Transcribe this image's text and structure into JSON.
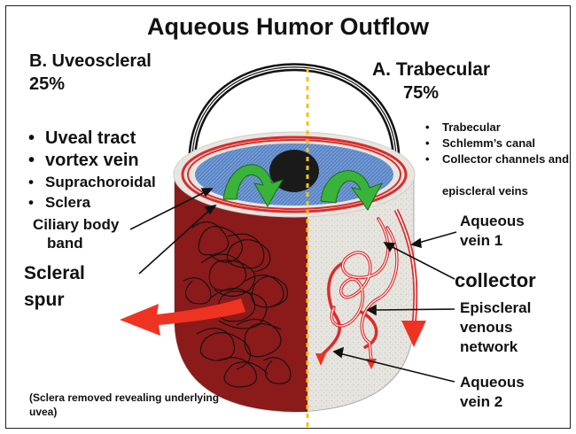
{
  "title": "Aqueous Humor Outflow",
  "uveoscleral": {
    "heading": "B. Uveoscleral",
    "percent": "25%",
    "items": [
      "Uveal tract",
      "vortex vein",
      "Suprachoroidal",
      "Sclera"
    ]
  },
  "trabecular": {
    "heading": "A.  Trabecular",
    "percent": "75%",
    "items": [
      "Trabecular",
      "Schlemm’s canal",
      "Collector channels and",
      "episcleral veins"
    ]
  },
  "labels": {
    "ciliary_body_band": [
      "Ciliary body",
      "band"
    ],
    "scleral_spur": [
      "Scleral",
      "spur"
    ],
    "aqueous_vein_1": [
      "Aqueous",
      "vein 1"
    ],
    "collector": "collector",
    "episcleral_venous_network": [
      "Episcleral",
      "venous",
      "network"
    ],
    "aqueous_vein_2": [
      "Aqueous",
      "vein 2"
    ]
  },
  "footnote": [
    "(Sclera removed revealing underlying",
    "uvea)"
  ],
  "colors": {
    "uvea": "#8b1a1a",
    "sclera": "#e4e2dc",
    "iris": "#5c86c4",
    "pupil": "#1a1a1a",
    "flow_arrow": "#3ab33a",
    "outflow_arrow": "#ee3322",
    "vein": "#dd2b2b",
    "divider": "#f0c419"
  }
}
